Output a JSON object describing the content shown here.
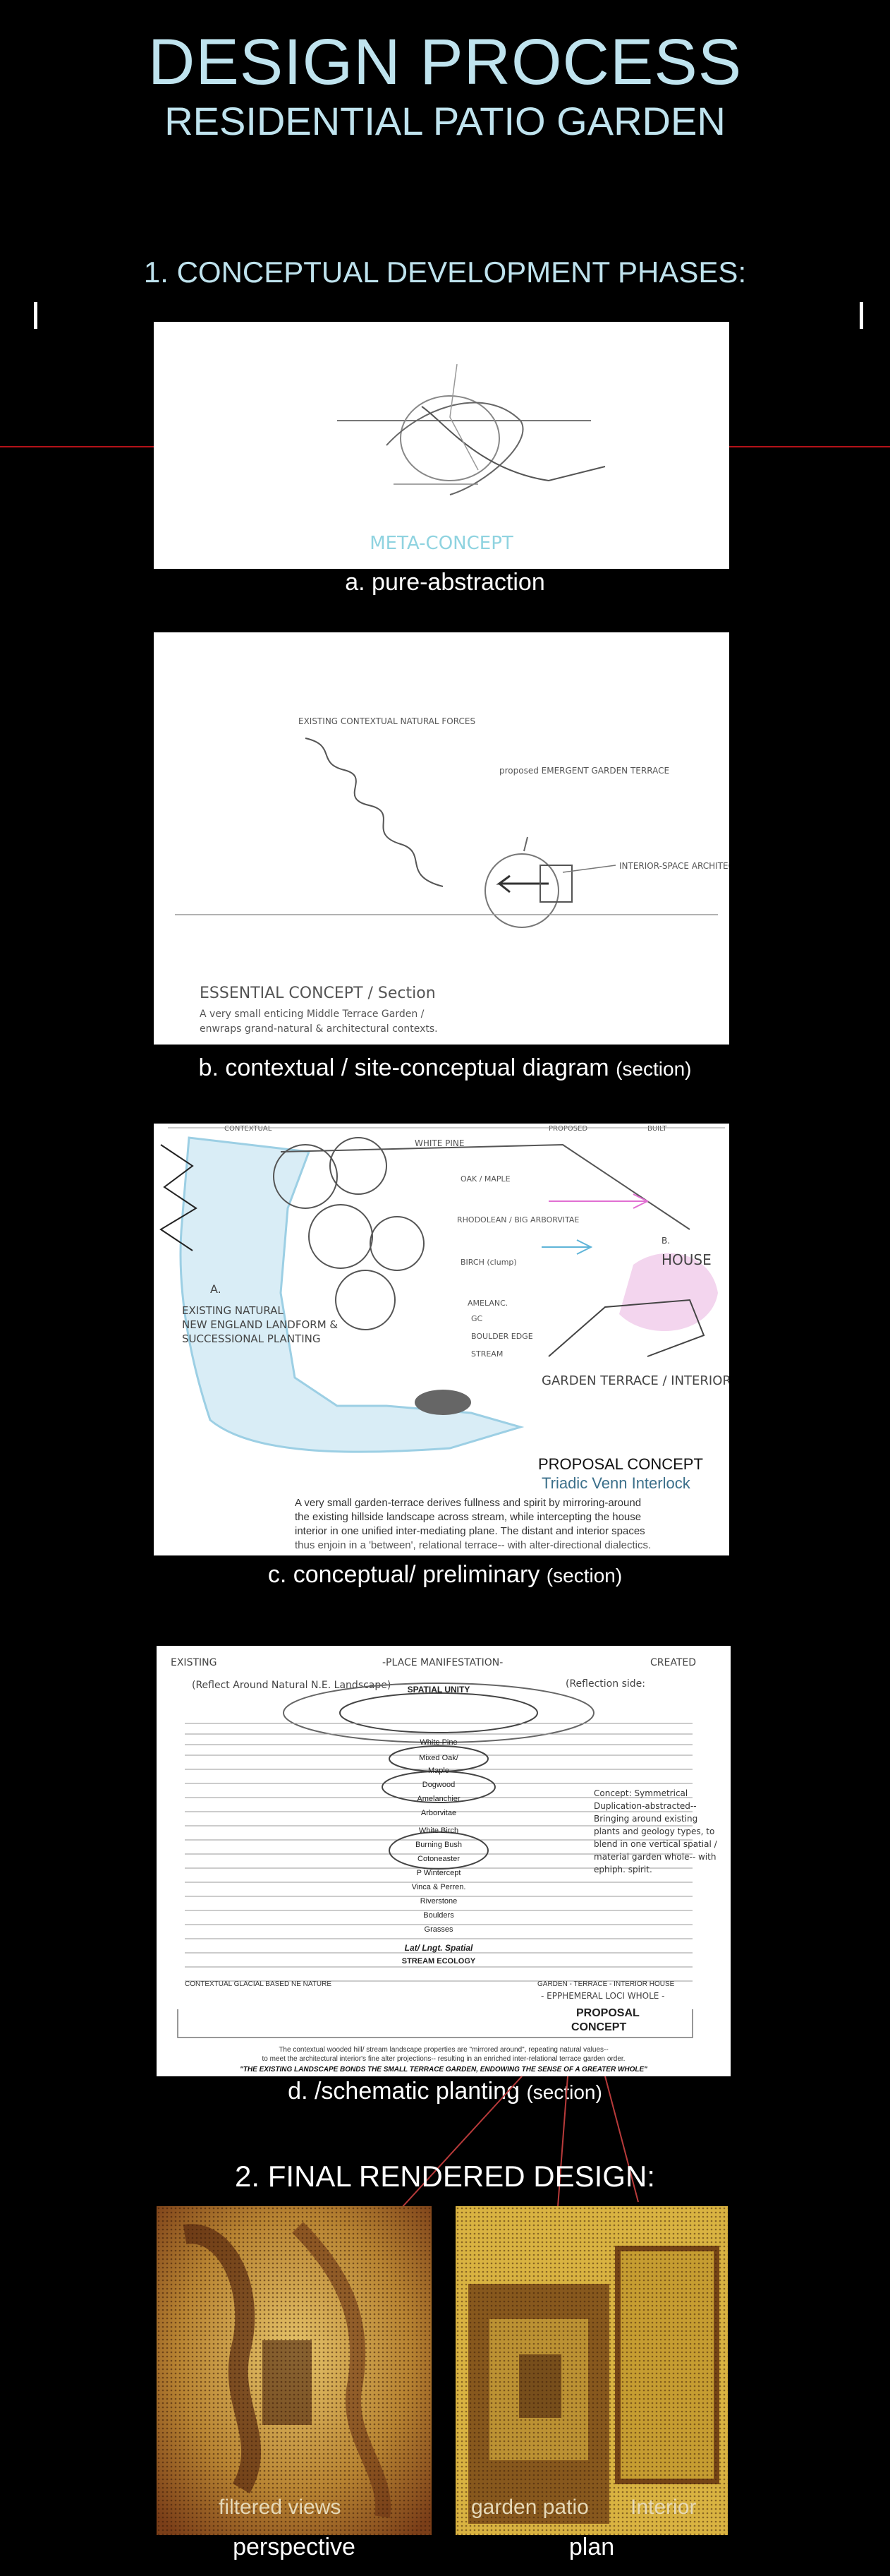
{
  "header": {
    "title": "DESIGN PROCESS",
    "subtitle": "RESIDENTIAL PATIO GARDEN"
  },
  "section1": {
    "heading": "1. CONCEPTUAL DEVELOPMENT PHASES:"
  },
  "phase_a": {
    "sketch_label": "META-CONCEPT",
    "caption": "a.  pure-abstraction"
  },
  "phase_b": {
    "note_existing": "EXISTING CONTEXTUAL NATURAL FORCES",
    "note_proposed": "proposed EMERGENT GARDEN TERRACE",
    "note_interior": "INTERIOR-SPACE ARCHITECTURAL FORCES",
    "sketch_title": "ESSENTIAL CONCEPT / Section",
    "sketch_sub1": "A very small enticing Middle Terrace Garden /",
    "sketch_sub2": "enwraps grand-natural & architectural contexts.",
    "caption_main": "b. contextual / site-conceptual diagram",
    "caption_small": "(section)"
  },
  "phase_c": {
    "top_contextual": "CONTEXTUAL",
    "top_proposed": "PROPOSED",
    "top_built": "BUILT",
    "white_pine": "WHITE PINE",
    "oak_maple": "OAK / MAPLE",
    "rhodo": "RHODOLEAN / BIG ARBORVITAE",
    "birch": "BIRCH (clump)",
    "amelanc": "AMELANC.",
    "gc": "GC",
    "boulder": "BOULDER EDGE",
    "stream": "STREAM",
    "house_a": "B. HOUSE",
    "existing": "A. EXISTING NATURAL NEW ENGLAND LANDFORM & SUCCESSIONAL PLANTING",
    "garden_terrace": "C. GARDEN TERRACE / INTERIOR",
    "proposal": "PROPOSAL CONCEPT",
    "triadic": "Triadic Venn Interlock",
    "desc1": "A very small garden-terrace derives fullness and spirit by mirroring-around",
    "desc2": "the existing hillside landscape across stream, while intercepting the house",
    "desc3": "interior in one unified inter-mediating plane. The distant and interior spaces",
    "desc4": "thus enjoin in a 'between', relational terrace-- with alter-directional dialectics.",
    "caption_main": "c. conceptual/ preliminary",
    "caption_small": "(section)"
  },
  "phase_d": {
    "existing": "EXISTING",
    "place": "-PLACE MANIFESTATION-",
    "created": "CREATED",
    "reflect": "(Reflect Around Natural N.E. Landscape)",
    "reflection_side": "(Reflection side:",
    "spatial_unity": "SPATIAL UNITY",
    "white_pine": "White Pine",
    "mixed_oak": "Mixed Oak/",
    "maple": "Maple",
    "dogwood": "Dogwood",
    "amelanchier": "Amelanchier",
    "arborvitae": "Arborvitae",
    "white_birch": "White Birch",
    "burning_bush": "Burning Bush",
    "cotoneaster": "Cotoneaster",
    "wintercept": "P Wintercept",
    "vinca": "Vinca & Perren.",
    "riverstone": "Riverstone",
    "boulders": "Boulders",
    "grasses": "Grasses",
    "lat_spatial": "Lat/ Lngt. Spatial",
    "stream_ecology": "STREAM ECOLOGY",
    "concept_note": "Concept: Symmetrical Duplication-abstracted-- Bringing around existing plants and geology types, to blend in one vertical spatial / material garden whole-- with ephiph. spirit.",
    "glacial": "CONTEXTUAL GLACIAL BASED NE NATURE",
    "garden_terrace": "GARDEN - TERRACE - INTERIOR HOUSE",
    "ephemeral": "- EPPHEMERAL LOCI WHOLE -",
    "proposal": "PROPOSAL",
    "concept": "CONCEPT",
    "desc1": "The contextual wooded hill/ stream landscape properties are \"mirrored around\", repeating natural values--",
    "desc2": "to meet the architectural interior's fine alter projections-- resulting in an enriched inter-relational terrace garden order.",
    "desc3": "\"THE EXISTING LANDSCAPE BONDS THE SMALL TERRACE GARDEN, ENDOWING THE SENSE OF A GREATER WHOLE\"",
    "caption_main": "d.   /schematic planting",
    "caption_small": "(section)"
  },
  "section2": {
    "heading": "2.  FINAL RENDERED DESIGN:"
  },
  "final": {
    "left_overlay": "filtered views",
    "left_caption": "perspective",
    "right_overlay_1": "garden patio",
    "right_overlay_2": "Interior",
    "right_caption": "plan"
  },
  "colors": {
    "background": "#000000",
    "title": "#bfe3ee",
    "red_line": "#b31218",
    "render_gold": "#d9b341",
    "render_dark": "#5a2a10"
  }
}
